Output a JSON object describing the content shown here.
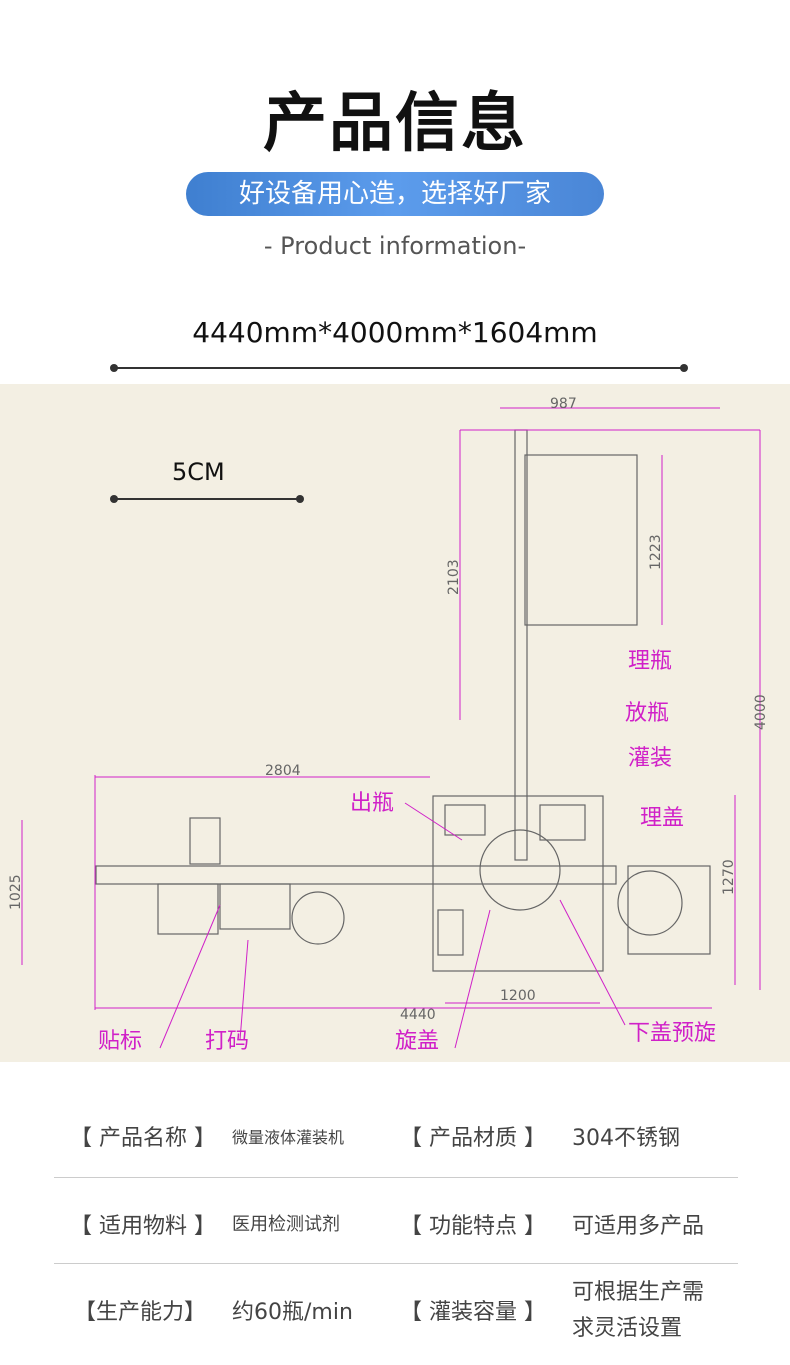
{
  "header": {
    "title": "产品信息",
    "slogan": "好设备用心造，选择好厂家",
    "subtitle": "- Product information-",
    "dimensions": "4440mm*4000mm*1604mm",
    "scale_label": "5CM"
  },
  "diagram": {
    "dims": {
      "d987": "987",
      "d1223": "1223",
      "d2103": "2103",
      "d4000": "4000",
      "d2804": "2804",
      "d1025": "1025",
      "d1270": "1270",
      "d1200": "1200",
      "d4440": "4440"
    },
    "labels": {
      "liping": "理瓶",
      "fangping": "放瓶",
      "guanzhuang": "灌装",
      "chuping": "出瓶",
      "ligai": "理盖",
      "tiebiao": "贴标",
      "dama": "打码",
      "xuangai": "旋盖",
      "xiagai": "下盖预旋"
    },
    "color": "#d020c8"
  },
  "specs": [
    {
      "k1": "【 产品名称 】",
      "v1": "微量液体灌装机",
      "k2": "【 产品材质 】",
      "v2": "304不锈钢"
    },
    {
      "k1": "【 适用物料 】",
      "v1": "医用检测试剂",
      "k2": "【 功能特点 】",
      "v2": "可适用多产品"
    },
    {
      "k1": "【生产能力】",
      "v1": "约60瓶/min",
      "k2": "【 灌装容量 】",
      "v2": "可根据生产需",
      "v2b": "求灵活设置"
    }
  ]
}
